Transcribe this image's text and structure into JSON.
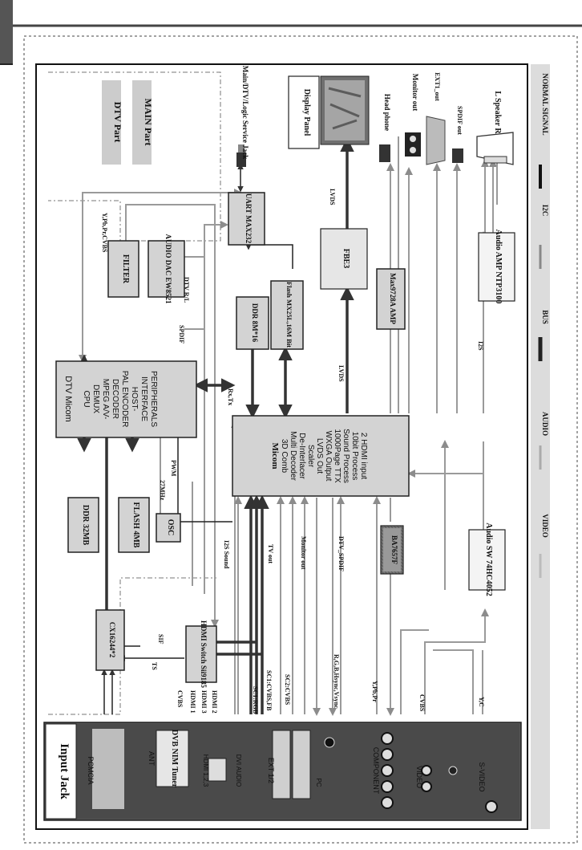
{
  "diagram": {
    "legend": [
      "NORMAL SIGNAL",
      "I2C",
      "BUS",
      "AUDIO",
      "VIDEO"
    ],
    "parts": [
      "DTV Part",
      "MAIN Part"
    ],
    "input_jack": {
      "title": "Input Jack",
      "items": [
        "PCMCIA",
        "ANT",
        "DVB NIM Tuner",
        "HDMI 1,2,3",
        "DVI AUDIO",
        "EXT 1/2",
        "PC",
        "COMPONENT",
        "VIDEO",
        "S-VIDEO"
      ]
    },
    "blocks": {
      "dtv_micom": {
        "title": "DTV Micom",
        "lines": [
          "CPU",
          "DEMUX",
          "MPEG A/V-",
          "DECODER",
          "PAL ENCODER",
          "HOST-",
          "INTERFACE",
          "PERIPHERALS"
        ]
      },
      "micom": {
        "title": "Micom",
        "lines": [
          "3D Comb",
          "Multi Decoder",
          "De-Interlacer",
          "Scaler",
          "LVDS Out",
          "WXGA Output",
          "1000Page TTX",
          "Sound Process",
          "10bit Process",
          "2 HDMI input"
        ]
      },
      "ddr32": "DDR 32MB",
      "flash4": "FLASH 4MB",
      "osc": "OSC",
      "filter": "FILTER",
      "audio_dac": "AUDIO DAC EW8521",
      "ddr8": "DDR 8M*16",
      "flash16": "Flash MX25L,16M Bit",
      "uart": "UART MAX232",
      "fbe3": "FBE3",
      "amp": "Max9728A AMP",
      "audio_amp": "Audio AMP NTP3100",
      "audio_sw": "Audio SW 74HC4052",
      "ba7657f": "BA7657F",
      "cx": "CX16244*2",
      "hdmi_switch": "HDMI Switch Sii9185"
    },
    "outputs": [
      "Main/DTV/Logic Service Jack",
      "Display Panel",
      "Head phone",
      "Monitor out",
      "EXT1_out",
      "SPDIF out",
      "L Speaker R"
    ],
    "signals": [
      "Y,Pb,Pr,CVBS",
      "DTV R/L",
      "SPDIF",
      "Rx,Tx",
      "LVDS",
      "LVDS",
      "I2S",
      "27MHz",
      "PWM",
      "I2S Sound",
      "TV out",
      "Monitor out",
      "DTV_SPDIF",
      "TS",
      "SIF",
      "CVBS",
      "HDMI 1",
      "HDMI 3",
      "HDMI 2",
      "SC1:RGB",
      "SC1:CVBS,FB",
      "SC2:CVBS",
      "R,G,B,Hsync,Vsync",
      "Y,Pb,Pr",
      "CVBS",
      "Y,C"
    ]
  }
}
